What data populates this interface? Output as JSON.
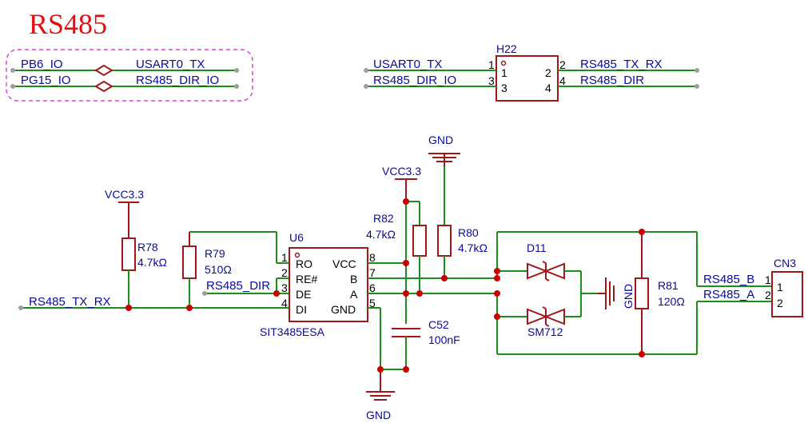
{
  "title": "RS485",
  "net_ties": [
    {
      "left": "PB6_IO",
      "right": "USART0_TX"
    },
    {
      "left": "PG15_IO",
      "right": "RS485_DIR_IO"
    }
  ],
  "h22": {
    "ref": "H22",
    "left_nets": [
      "USART0_TX",
      "RS485_DIR_IO"
    ],
    "right_nets": [
      "RS485_TX_RX",
      "RS485_DIR"
    ],
    "pins_left": [
      "1",
      "3"
    ],
    "pins_right": [
      "2",
      "4"
    ]
  },
  "power": {
    "vcc": "VCC3.3",
    "gnd": "GND"
  },
  "u6": {
    "ref": "U6",
    "part": "SIT3485ESA",
    "left_pins": [
      {
        "num": "1",
        "name": "RO"
      },
      {
        "num": "2",
        "name": "RE#"
      },
      {
        "num": "3",
        "name": "DE"
      },
      {
        "num": "4",
        "name": "DI"
      }
    ],
    "right_pins": [
      {
        "num": "8",
        "name": "VCC"
      },
      {
        "num": "7",
        "name": "B"
      },
      {
        "num": "6",
        "name": "A"
      },
      {
        "num": "5",
        "name": "GND"
      }
    ]
  },
  "nets": {
    "tx_rx": "RS485_TX_RX",
    "dir": "RS485_DIR",
    "b": "RS485_B",
    "a": "RS485_A"
  },
  "r78": {
    "ref": "R78",
    "value": "4.7kΩ"
  },
  "r79": {
    "ref": "R79",
    "value": "510Ω"
  },
  "r82": {
    "ref": "R82",
    "value": "4.7kΩ"
  },
  "r80": {
    "ref": "R80",
    "value": "4.7kΩ"
  },
  "r81": {
    "ref": "R81",
    "value": "120Ω"
  },
  "c52": {
    "ref": "C52",
    "value": "100nF"
  },
  "d11": {
    "ref": "D11",
    "part": "SM712"
  },
  "cn3": {
    "ref": "CN3",
    "pins": [
      "1",
      "2"
    ]
  },
  "colors": {
    "wire": "#1a8f1a",
    "component": "#a01818",
    "junction": "#cc0000",
    "label": "#0a0a9a",
    "title": "#e01010"
  }
}
